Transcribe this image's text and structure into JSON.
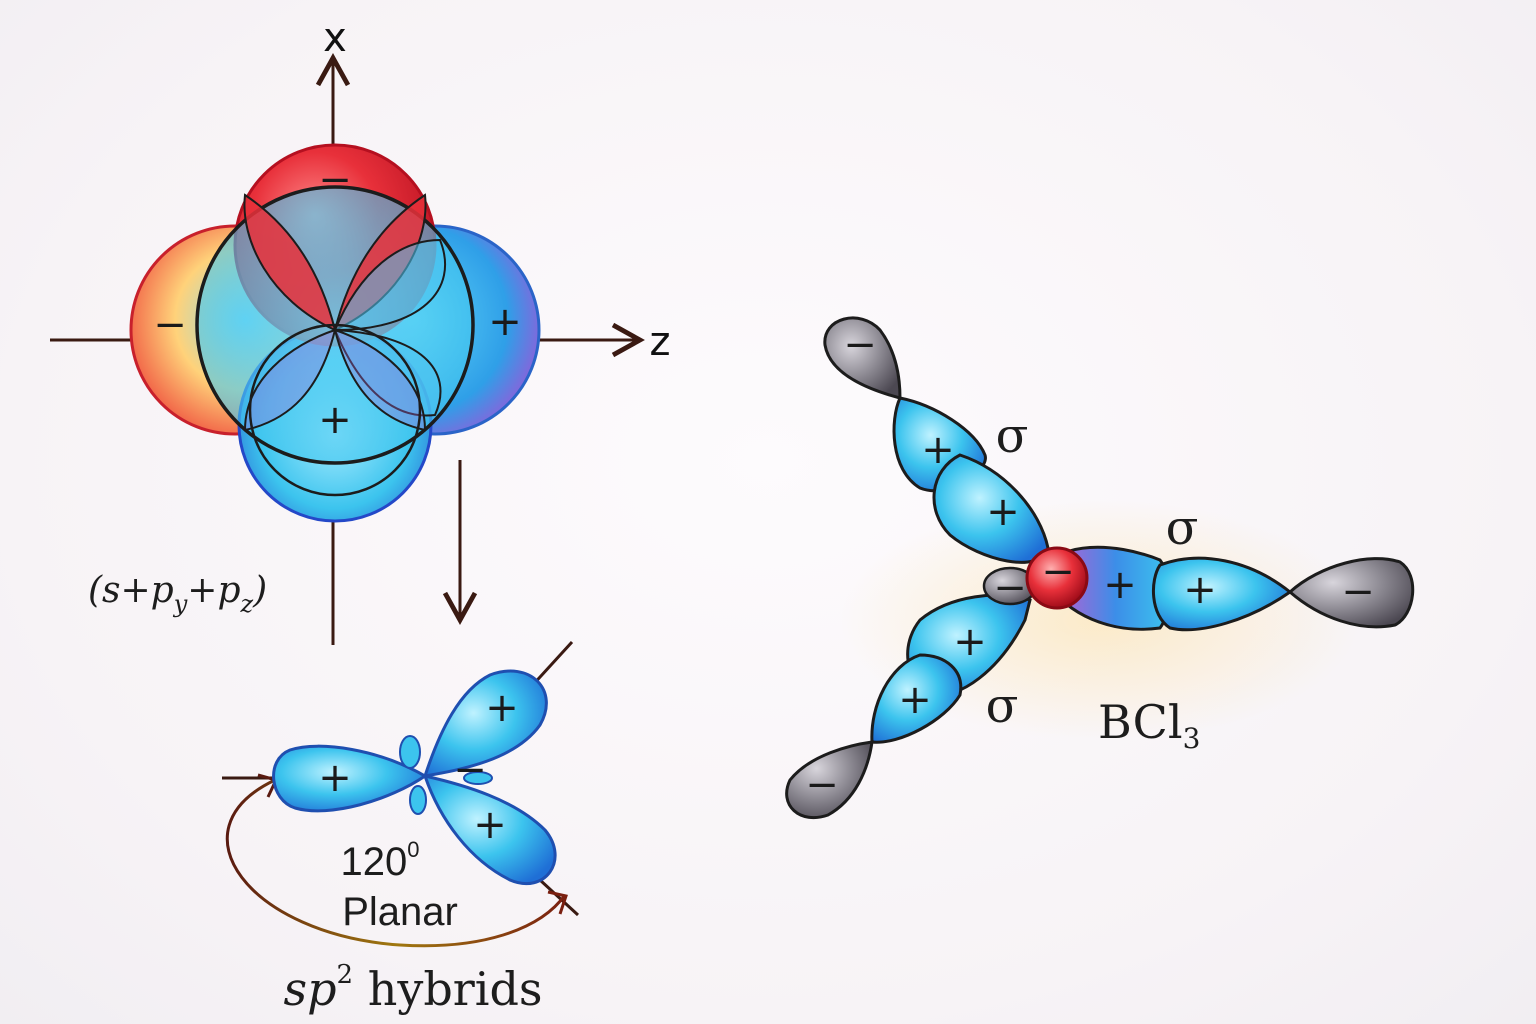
{
  "axes": {
    "x_label": "x",
    "z_label": "z"
  },
  "orbital_signs": {
    "top": "−",
    "left": "−",
    "right": "+",
    "bottom": "+"
  },
  "formula": {
    "open": "(s+p",
    "sub_y": "y",
    "plus": "+p",
    "sub_z": "z",
    "close": ")"
  },
  "hybrid": {
    "lobe_left": "+",
    "lobe_upper": "+",
    "lobe_lower": "+",
    "small_lobe": "−",
    "angle_value": "120",
    "angle_unit": "0",
    "geometry": "Planar",
    "title_sp": "sp",
    "title_sup": "2",
    "title_rest": " hybrids"
  },
  "bcl3": {
    "center_sign": "−",
    "near_left_sign": "−",
    "upper_arm": {
      "inner": "+",
      "outer": "+",
      "tip": "−",
      "bond": "σ"
    },
    "right_arm": {
      "inner": "+",
      "outer": "+",
      "tip": "−",
      "bond": "σ"
    },
    "lower_arm": {
      "inner": "+",
      "outer": "+",
      "tip": "−",
      "bond": "σ"
    },
    "label_main": "BCl",
    "label_sub": "3"
  },
  "colors": {
    "red_lobe": "#e8303a",
    "blue_lobe": "#3cc4ee",
    "grey_lobe": "#8a8790",
    "outline": "#1c1c1c",
    "arrow": "#3a1a12"
  }
}
